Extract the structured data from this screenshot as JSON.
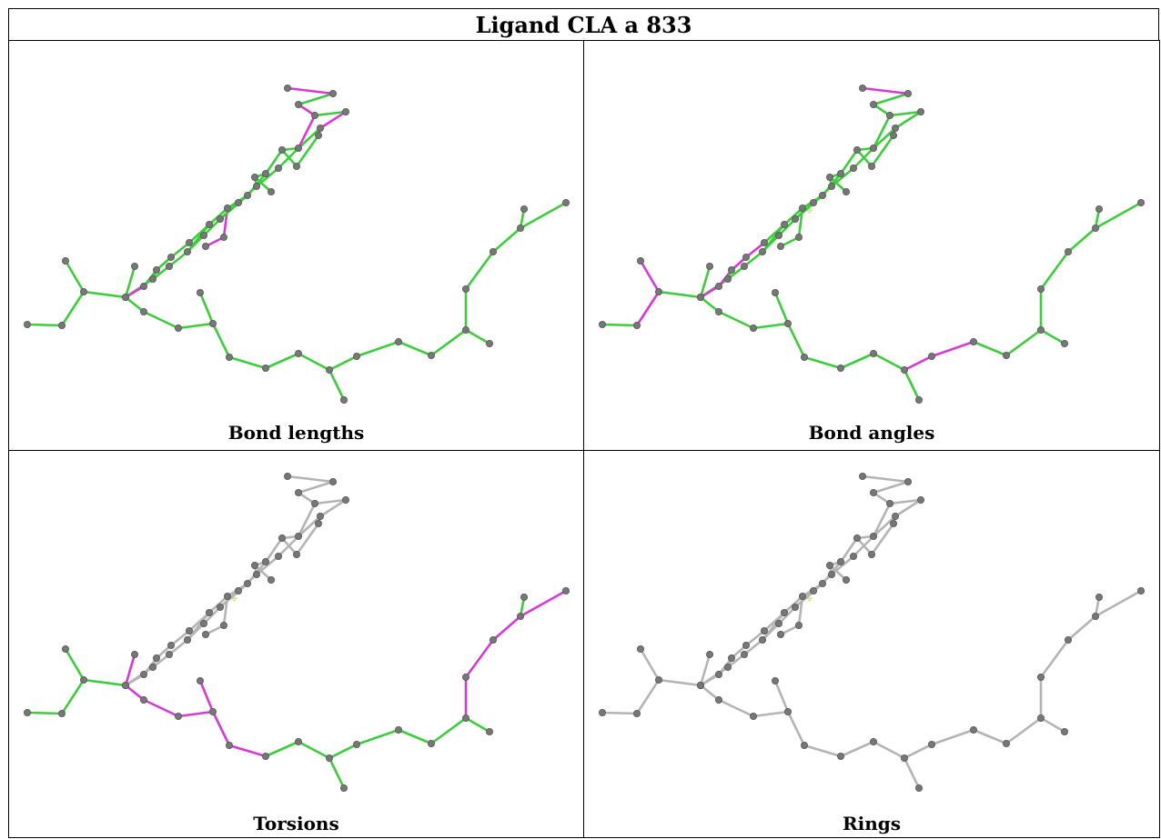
{
  "title": "Ligand CLA a 833",
  "panels": [
    {
      "caption": "Bond lengths"
    },
    {
      "caption": "Bond angles"
    },
    {
      "caption": "Torsions"
    },
    {
      "caption": "Rings"
    }
  ],
  "colors": {
    "ok": "#3dcc3d",
    "outlier": "#d63ad6",
    "neutral": "#b4b4b4",
    "atom": "#777777",
    "metal_marker": "#b7e23c"
  }
}
